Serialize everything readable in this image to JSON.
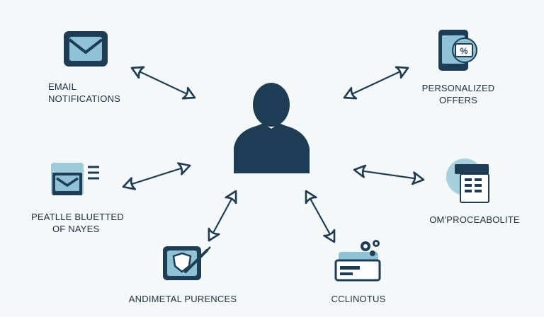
{
  "diagram": {
    "center": {
      "icon": "person-icon"
    },
    "nodes": [
      {
        "id": "email",
        "icon": "envelope-icon",
        "label_line1": "EMAIL",
        "label_line2": "NOTIFICATIONS"
      },
      {
        "id": "personalized",
        "icon": "phone-coupon-icon",
        "label_line1": "PERSONALIZED",
        "label_line2": "OFFERS"
      },
      {
        "id": "peatle",
        "icon": "message-screen-icon",
        "label_line1": "PEATLLE BLUETTED",
        "label_line2": "OF NAYES"
      },
      {
        "id": "omproce",
        "icon": "printer-device-icon",
        "label_line1": "OM'PROCEABOLITE",
        "label_line2": ""
      },
      {
        "id": "andimetal",
        "icon": "pen-shield-icon",
        "label_line1": "ANDIMETAL PURENCES",
        "label_line2": ""
      },
      {
        "id": "cclinotus",
        "icon": "gear-card-icon",
        "label_line1": "CCLINOTUS",
        "label_line2": ""
      }
    ],
    "colors": {
      "primary": "#1e3d54",
      "accent": "#8dc3d3",
      "background": "#f4f8f9"
    }
  }
}
